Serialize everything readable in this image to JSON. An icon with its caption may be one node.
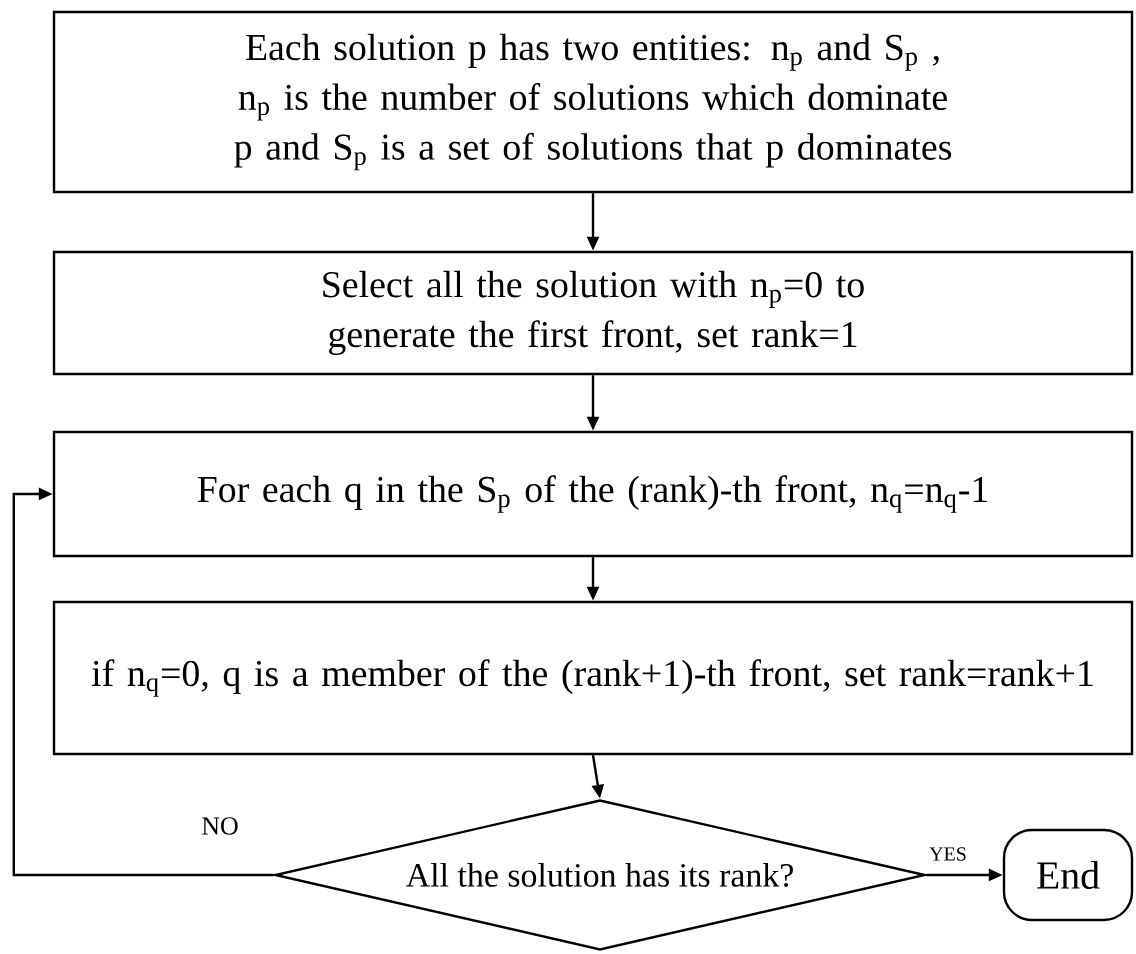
{
  "diagram": {
    "nodes": [
      {
        "text": [
          "Each solution p has two entities: n$_{p}$ and S$_{p}$ , n$_{p}$ is the number of solutions which dominate p and S$_{p}$ is a  set of solutions that p dominates"
        ]
      },
      {
        "text": [
          "Select all the solution with n$_{p}$=0 to generate the first front, set rank=1"
        ]
      },
      {
        "text": [
          "For each q in the S$_{p}$ of the (rank)-th front,  n$_{q}$=n$_{q}$-1"
        ]
      },
      {
        "text": [
          "if n$_{q}$=0, q is a member of the (rank+1)-th front, set rank=rank+1"
        ]
      },
      {
        "text": [
          "All the solution has its rank?"
        ]
      },
      {
        "text": [
          "End"
        ]
      }
    ],
    "edges": [
      {
        "from": 0,
        "to": 1,
        "arrow": "to"
      },
      {
        "from": 1,
        "to": 2,
        "arrow": "to"
      },
      {
        "from": 2,
        "to": 3,
        "arrow": "to"
      },
      {
        "from": 3,
        "to": 4,
        "arrow": "to"
      },
      {
        "from": 4,
        "to": 5,
        "arrow": "to",
        "label": "YES"
      },
      {
        "from": 4,
        "to": 2,
        "arrow": "to",
        "label": "NO"
      }
    ]
  }
}
